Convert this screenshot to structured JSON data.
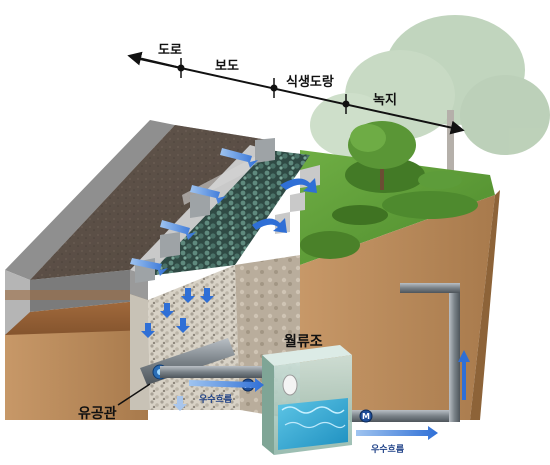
{
  "zones": {
    "road": "도로",
    "sidewalk": "보도",
    "vegetation_channel": "식생도랑",
    "green_area": "녹지"
  },
  "callouts": {
    "perforated_pipe": "유공관",
    "overflow_tank": "월류조"
  },
  "flow": {
    "left": "우수흐름",
    "right": "우수흐름"
  },
  "meter": {
    "left": "M",
    "right": "M"
  },
  "colors": {
    "asphalt": "#5a544f",
    "soil": "#8b5a34",
    "grass": "#5f9a3a",
    "water_arrow": "#2f6fd6",
    "pipe": "#7d848b",
    "tank": "#9fbfb4"
  }
}
